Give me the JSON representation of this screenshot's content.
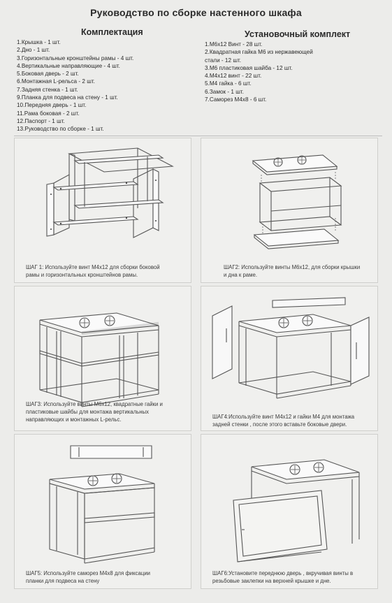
{
  "title": "Руководство по сборке настенного шкафа",
  "kit": {
    "heading": "Комплектация",
    "items": [
      "1.Крышка - 1 шт.",
      "2.Дно - 1 шт.",
      "3.Горизонтальные кронштейны рамы - 4 шт.",
      "4.Вертикальные направляющие - 4 шт.",
      "5.Боковая дверь - 2 шт.",
      "6.Монтажная L-рельса - 2 шт.",
      "7.Задняя стенка - 1 шт.",
      "9.Планка для подвеса на стену - 1 шт.",
      "10.Передняя дверь - 1 шт.",
      "11.Рама боковая - 2 шт.",
      "12.Паспорт - 1 шт.",
      "13.Руководство по сборке - 1 шт."
    ]
  },
  "install": {
    "heading": "Установочный комплект",
    "items": [
      "1.М6х12 Винт - 28 шт.",
      "2.Квадратная гайка М6 из нержавеющей",
      "стали - 12 шт.",
      "3.М6 пластиковая шайба - 12 шт.",
      "4.М4х12 винт - 22 шт.",
      "5.М4 гайка - 6 шт.",
      "6.Замок - 1 шт.",
      "7.Саморез М4х8 - 6 шт."
    ]
  },
  "steps": [
    {
      "lines": [
        "ШАГ 1: Используйте винт М4х12 для сборки боковой",
        "рамы и горизонтальных кронштейнов рамы."
      ]
    },
    {
      "lines": [
        "ШАГ2: Используйте винты М6х12, для сборки крышки",
        "и дна к раме."
      ]
    },
    {
      "lines": [
        "ШАГ3: Используйте винты М6х12, квадратные гайки и",
        "пластиковые шайбы для монтажа вертикальных",
        "направляющих и монтажных L-рельс."
      ]
    },
    {
      "lines": [
        "ШАГ4:Используйте винт М4х12 и гайки М4 для монтажа",
        "задней стенки , после этого вставьте боковые двери."
      ]
    },
    {
      "lines": [
        "ШАГ5: Используйте саморез М4х8 для фиксации",
        "планки для подвеса на стену"
      ]
    },
    {
      "lines": [
        "ШАГ6:Установите переднюю дверь , вкручивая винты в",
        "резьбовые заклепки на верхней крышке и дне."
      ]
    }
  ]
}
